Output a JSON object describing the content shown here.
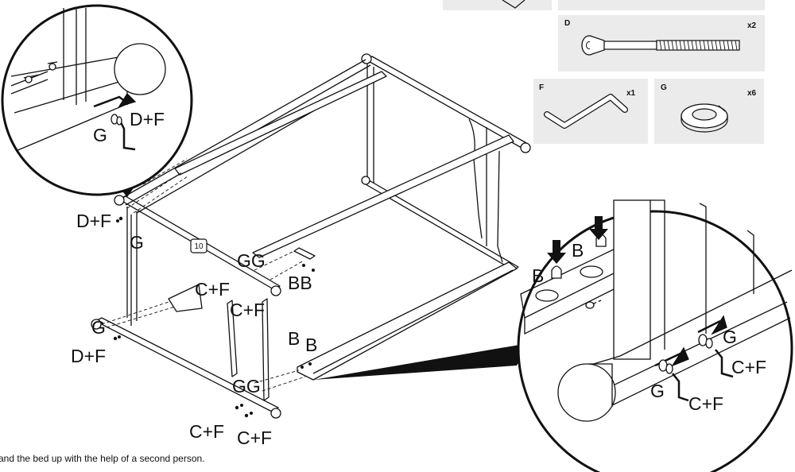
{
  "parts": [
    {
      "letter": "D",
      "qty": "x2",
      "name": "bolt"
    },
    {
      "letter": "F",
      "qty": "x1",
      "name": "allen-key"
    },
    {
      "letter": "G",
      "qty": "x6",
      "name": "washer"
    }
  ],
  "step_badge": "10",
  "callouts": {
    "zoom_left": {
      "g": "G",
      "df": "D+F"
    },
    "zoom_right": {
      "b1": "B",
      "b2": "B",
      "g1": "G",
      "g2": "G",
      "cf1": "C+F",
      "cf2": "C+F"
    },
    "main": {
      "df_top": "D+F",
      "g_left": "G",
      "gg_top": "GG",
      "cf_mid1": "C+F",
      "cf_mid2": "C+F",
      "bb_top": "BB",
      "g_lower": "G",
      "df_lower": "D+F",
      "b_up": "B",
      "b_up2": "B",
      "gg_bot": "GG",
      "cf_bot1": "C+F",
      "cf_bot2": "C+F"
    }
  },
  "caption": "and the bed up with the help of a second person."
}
